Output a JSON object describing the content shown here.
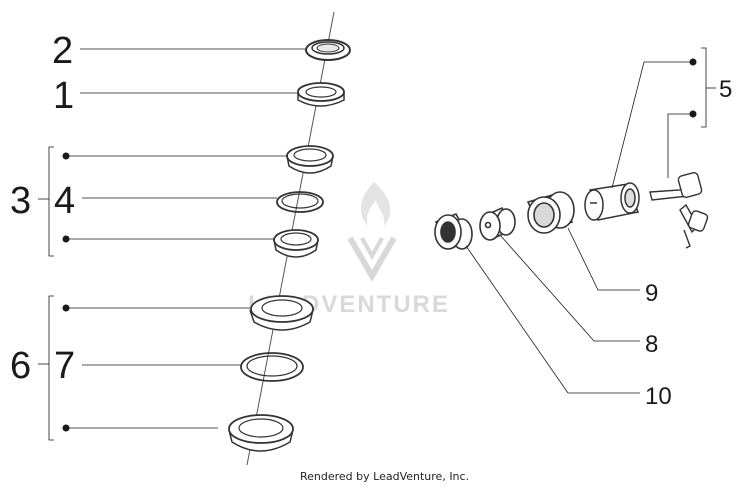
{
  "callouts": [
    {
      "id": "n2",
      "text": "2"
    },
    {
      "id": "n1",
      "text": "1"
    },
    {
      "id": "n3",
      "text": "3"
    },
    {
      "id": "n4",
      "text": "4"
    },
    {
      "id": "n6",
      "text": "6"
    },
    {
      "id": "n7",
      "text": "7"
    },
    {
      "id": "n5",
      "text": "5"
    },
    {
      "id": "n9",
      "text": "9"
    },
    {
      "id": "n8",
      "text": "8"
    },
    {
      "id": "n10",
      "text": "10"
    }
  ],
  "watermark": {
    "brand": "LEADVENTURE"
  },
  "footer": {
    "credit": "Rendered by LeadVenture, Inc."
  },
  "colors": {
    "line": "#1a1a1a",
    "part_stroke": "#333333",
    "watermark": "#d9d9d9"
  }
}
